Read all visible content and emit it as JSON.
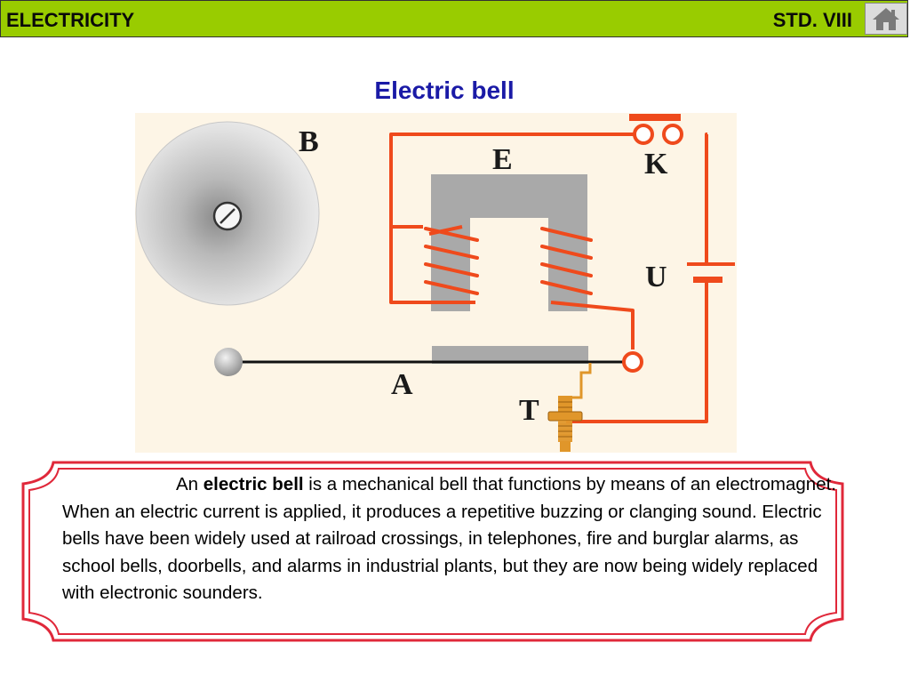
{
  "header": {
    "subject": "ELECTRICITY",
    "standard": "STD. VIII",
    "home_icon": "home-icon"
  },
  "title": "Electric bell",
  "diagram": {
    "labels": {
      "bell": "B",
      "electromagnet": "E",
      "key": "K",
      "battery": "U",
      "armature": "A",
      "contact_screw": "T"
    },
    "colors": {
      "background": "#fdf5e6",
      "wire": "#ef4a1c",
      "iron": "#a9a9a9",
      "screw": "#e0962a"
    }
  },
  "description": {
    "prefix": "An",
    "bold": "electric bell",
    "text": "is a mechanical bell that functions by means of an electromagnet. When an electric current is applied, it produces a repetitive buzzing or clanging sound. Electric bells have been widely used at railroad crossings, in telephones, fire and burglar alarms, as school bells, doorbells, and alarms in industrial plants, but they are now being widely replaced with electronic sounders."
  }
}
